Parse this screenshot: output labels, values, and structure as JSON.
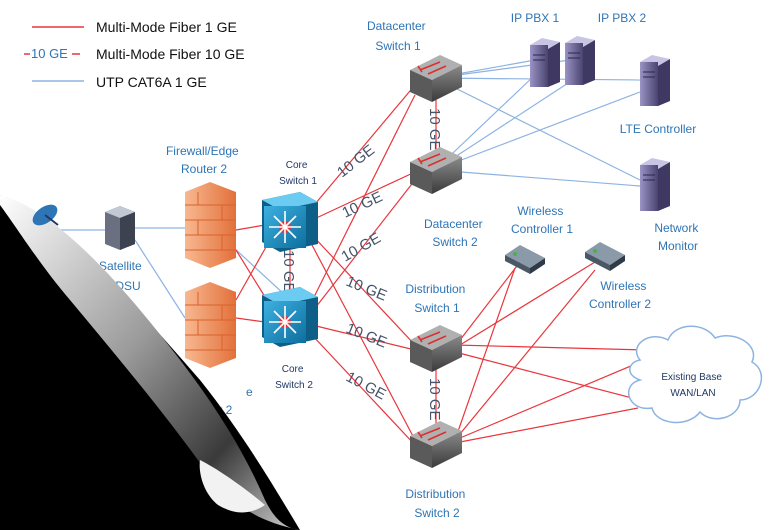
{
  "legend": {
    "fiber_1ge": "Multi-Mode Fiber 1 GE",
    "fiber_10ge_tag": "10 GE",
    "fiber_10ge": "Multi-Mode Fiber 10 GE",
    "utp": "UTP CAT6A 1 GE"
  },
  "labels": {
    "dc1": [
      "Datacenter",
      "Switch 1"
    ],
    "dc2": [
      "Datacenter",
      "Switch 2"
    ],
    "pbx1": "IP PBX 1",
    "pbx2": "IP PBX 2",
    "lte": "LTE Controller",
    "nm": [
      "Network",
      "Monitor"
    ],
    "fw2": [
      "Firewall/Edge",
      "Router 2"
    ],
    "fw1_partial": "outer 2",
    "fw1_frag": "e",
    "core1": [
      "Core",
      "Switch 1"
    ],
    "core2": [
      "Core",
      "Switch 2"
    ],
    "sat": [
      "Satellite",
      "SU/DSU"
    ],
    "wc1": [
      "Wireless",
      "Controller 1"
    ],
    "wc2": [
      "Wireless",
      "Controller 2"
    ],
    "dist1": [
      "Distribution",
      "Switch 1"
    ],
    "dist2": [
      "Distribution",
      "Switch 2"
    ],
    "wan": [
      "Existing Base",
      "WAN/LAN"
    ]
  },
  "tags_10ge": "10 GE",
  "colors": {
    "fiber": "#e8363c",
    "utp": "#8db3e2",
    "label": "#2e75b6",
    "firewall": "#f4a36d",
    "core": "#1f8fc4"
  }
}
